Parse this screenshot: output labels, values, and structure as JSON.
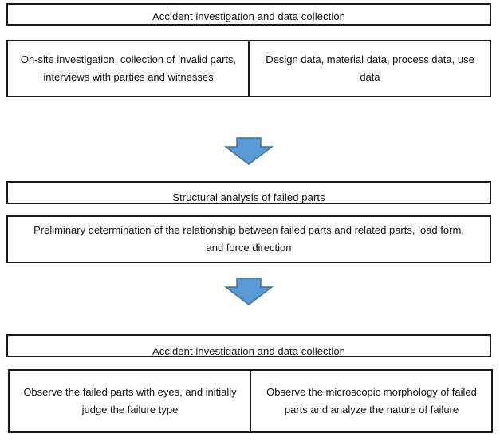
{
  "stage1": {
    "title": "Accident investigation and data collection",
    "left": "On-site investigation, collection of invalid parts, interviews with parties and witnesses",
    "right": "Design data, material data, process data, use data"
  },
  "stage2": {
    "title": "Structural analysis of failed parts",
    "body": "Preliminary determination of the relationship between failed parts and related parts, load form, and force direction"
  },
  "stage3": {
    "title": "Accident investigation and data collection",
    "left": "Observe the failed parts with eyes, and initially judge the failure type",
    "right": "Observe the microscopic morphology of failed parts and analyze the nature of failure"
  },
  "colors": {
    "arrow_fill": "#5b9bd5",
    "arrow_stroke": "#41719c",
    "border": "#1a1a1a"
  }
}
